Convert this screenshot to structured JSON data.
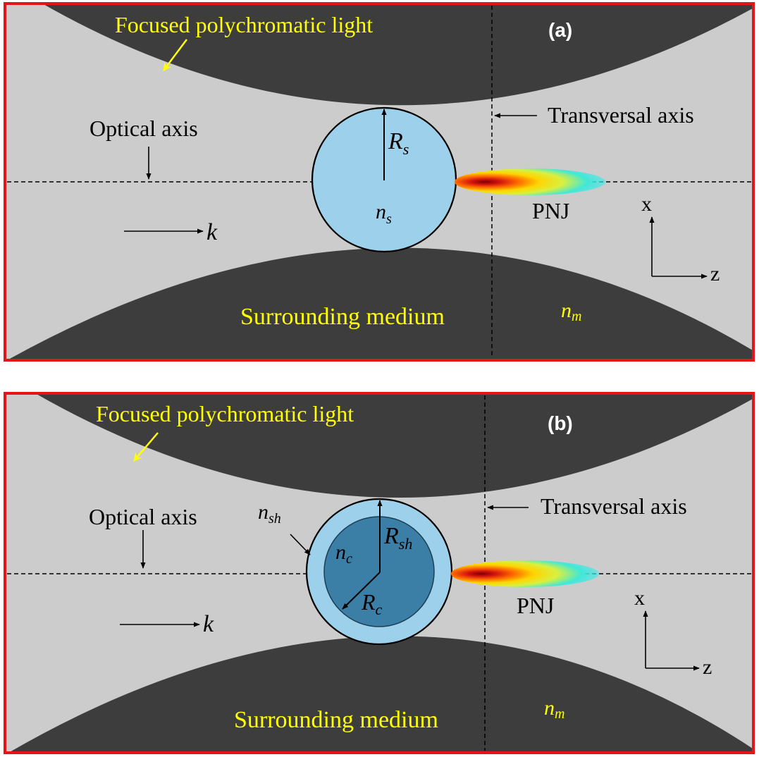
{
  "colors": {
    "frame": "#e3151b",
    "medium_dark": "#3d3d3d",
    "background_gray": "#cccccc",
    "sphere_light": "#9dd0ea",
    "core_dark": "#3c7fa6",
    "label_yellow": "#ffff00",
    "text_black": "#000000"
  },
  "panels": [
    {
      "id": "a",
      "panel_label": "(a)",
      "light_label": "Focused polychromatic light",
      "optical_axis_label": "Optical axis",
      "transversal_axis_label": "Transversal axis",
      "sphere_radius_label": {
        "main": "R",
        "sub": "s"
      },
      "sphere_index_label": {
        "main": "n",
        "sub": "s"
      },
      "wave_vector_label": "k",
      "pnj_label": "PNJ",
      "medium_label": "Surrounding medium",
      "medium_index_label": {
        "main": "n",
        "sub": "m"
      },
      "axis_x_label": "x",
      "axis_z_label": "z"
    },
    {
      "id": "b",
      "panel_label": "(b)",
      "light_label": "Focused polychromatic light",
      "optical_axis_label": "Optical axis",
      "transversal_axis_label": "Transversal axis",
      "shell_index_label": {
        "main": "n",
        "sub": "sh"
      },
      "core_index_label": {
        "main": "n",
        "sub": "c"
      },
      "shell_radius_label": {
        "main": "R",
        "sub": "sh"
      },
      "core_radius_label": {
        "main": "R",
        "sub": "c"
      },
      "wave_vector_label": "k",
      "pnj_label": "PNJ",
      "medium_label": "Surrounding medium",
      "medium_index_label": {
        "main": "n",
        "sub": "m"
      },
      "axis_x_label": "x",
      "axis_z_label": "z"
    }
  ]
}
